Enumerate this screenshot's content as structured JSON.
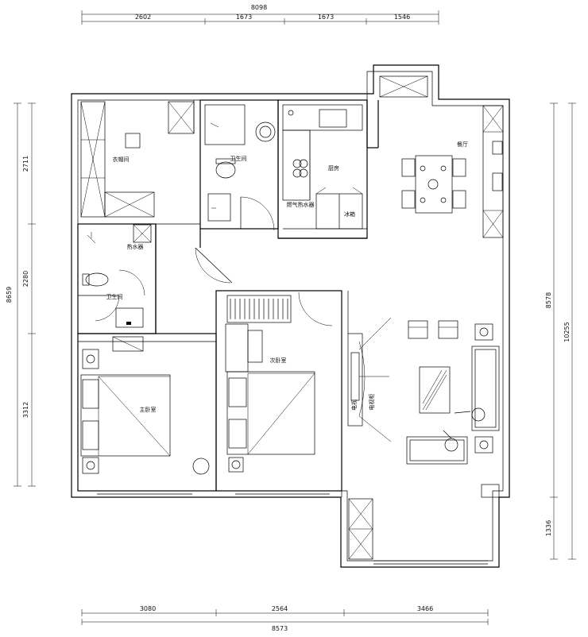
{
  "dimensions": {
    "top_total": "8098",
    "top_segments": [
      "2602",
      "1673",
      "1673",
      "1546"
    ],
    "bottom_total": "8573",
    "bottom_segments": [
      "3080",
      "2564",
      "3466"
    ],
    "left_segments": [
      "2711",
      "2280",
      "3312"
    ],
    "left_total": "8659",
    "right_segments": [
      "8578",
      "1336"
    ],
    "right_total": "10255"
  },
  "rooms": {
    "cloakroom": "衣帽间",
    "bath_top": "卫生间",
    "kitchen": "厨房",
    "dining": "餐厅",
    "fridge": "冰箱",
    "water_heater": "燃气热水器",
    "bath_left": "卫生间",
    "bath_left_heater": "热水器",
    "master_bedroom": "主卧室",
    "second_bedroom": "次卧室",
    "tv_label": "电视",
    "tv_cabinet": "电视柜"
  },
  "colors": {
    "ink": "#000000",
    "paper": "#ffffff"
  }
}
